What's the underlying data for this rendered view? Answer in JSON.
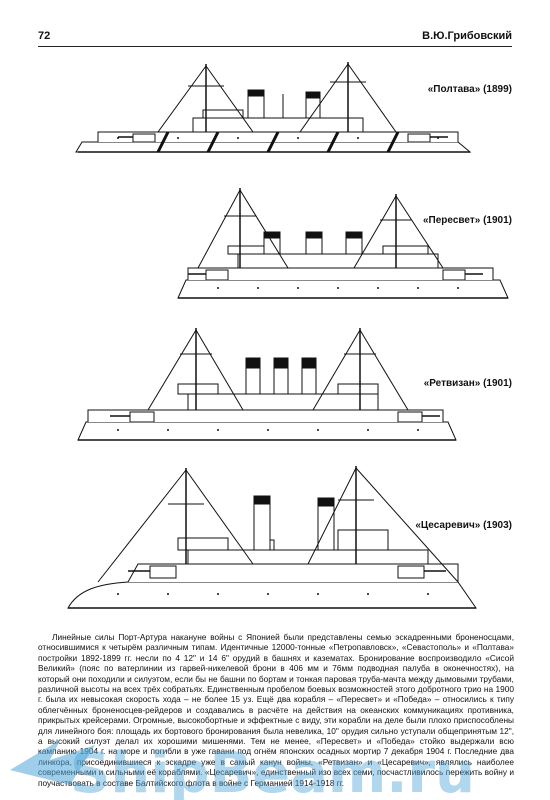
{
  "header": {
    "page_number": "72",
    "author": "В.Ю.Грибовский"
  },
  "ships": [
    {
      "label": "«Полтава» (1899)"
    },
    {
      "label": "«Пересвет» (1901)"
    },
    {
      "label": "«Ретвизан» (1901)"
    },
    {
      "label": "«Цесаревич» (1903)"
    }
  ],
  "body_text": "Линейные силы Порт-Артура накануне войны с Японией были представлены семью эскадренными броненосцами, относившимися к четырём различным типам. Идентичные 12000-тонные «Петропавловск», «Севастополь» и «Полтава» постройки 1892-1899 гг. несли по 4 12\" и 14 6\" орудий в башнях и казематах. Бронирование воспроизводило «Сисой Великий» (пояс по ватерлинии из гарвей-никелевой брони в 406 мм и 76мм подводная палуба в оконечностях), на который они походили и силуэтом, если бы не башни по бортам и тонкая паровая труба-мачта между дымовыми трубами, различной высоты на всех трёх собратьях. Единственным пробелом боевых возможностей этого добротного трио на 1900 г. была их невысокая скорость хода – не более 15 уз. Ещё два корабля – «Пересвет» и «Победа» – относились к типу облегчённых броненосцев-рейдеров и создавались в расчёте на действия на океанских коммуникациях противника, прикрытых крейсерами. Огромные, высокобортные и эффектные с виду, эти корабли на деле были плохо приспособлены для линейного боя: площадь их бортового бронирования была невелика, 10\" орудия сильно уступали общепринятым 12\", а высокий силуэт делал их хорошими мишенями. Тем не менее, «Пересвет» и «Победа» стойко выдержали всю кампанию 1904 г. на море и погибли в уже гавани под огнём японских осадных мортир 7 декабря 1904 г. Последние два линкора, присоединившиеся к эскадре уже в самый канун войны, «Ретвизан» и «Цесаревич», являлись наиболее современными и сильными её кораблями. «Цесаревич», единственный изо всех семи, посчастливилось пережить войну и поучаствовать в составе Балтийского флота в войне с Германией 1914-1918 гг.",
  "watermark": "ShipBeam.ru",
  "colors": {
    "ink": "#111111",
    "watermark": "#4fa6d8"
  }
}
